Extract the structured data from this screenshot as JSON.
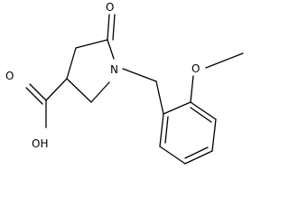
{
  "molecule": {
    "atoms": {
      "ketone_oxygen": "O",
      "ring_nitrogen": "N",
      "methoxy_oxygen": "O",
      "carboxyl_oh": "OH",
      "carboxyl_oxygen": "O"
    }
  }
}
